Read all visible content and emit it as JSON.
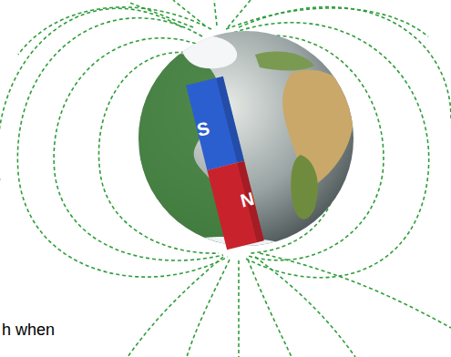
{
  "diagram": {
    "nodes": [
      {
        "text": [
          "S"
        ]
      },
      {
        "text": [
          "N"
        ]
      }
    ],
    "labels": [
      "h when"
    ]
  }
}
